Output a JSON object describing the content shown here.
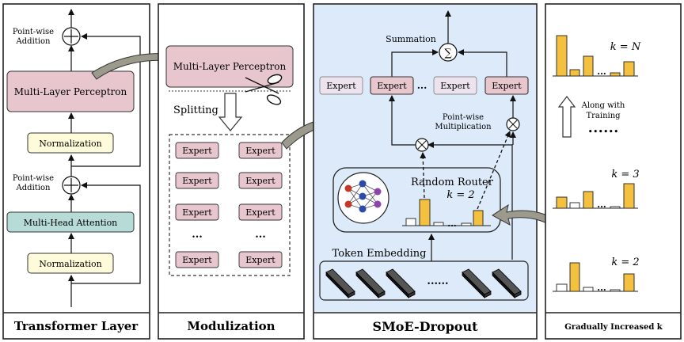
{
  "panels": {
    "transformer": {
      "title": "Transformer Layer",
      "pointwise_addition": "Point-wise\nAddition",
      "mlp": "Multi-Layer Perceptron",
      "normalization": "Normalization",
      "attention": "Multi-Head Attention"
    },
    "modulization": {
      "title": "Modulization",
      "mlp": "Multi-Layer Perceptron",
      "splitting": "Splitting",
      "expert": "Expert",
      "ellipsis": "..."
    },
    "smoe": {
      "title": "SMoE-Dropout",
      "summation": "Summation",
      "sigma": "∑",
      "expert": "Expert",
      "ellipsis": "...",
      "pointwise_multiplication": "Point-wise\nMultiplication",
      "random_router": "Random Router",
      "k_label": "k = 2",
      "token_embedding": "Token Embedding",
      "dots": "......"
    },
    "gradual": {
      "title": "Gradually Increased k",
      "k_top": "k = N",
      "k_mid": "k = 3",
      "k_bottom": "k = 2",
      "along_with_training": "Along with\nTraining",
      "dots": "••••••"
    }
  },
  "colors": {
    "expert_fill": "#e8c6ce",
    "expert_fill_light": "#ece3ee",
    "norm_fill": "#fdfbd9",
    "attention_fill": "#b7dbd7",
    "panel_blue": "#ddeafa",
    "bar_yellow": "#f4c040",
    "arrow_gray": "#9c9a8c"
  }
}
